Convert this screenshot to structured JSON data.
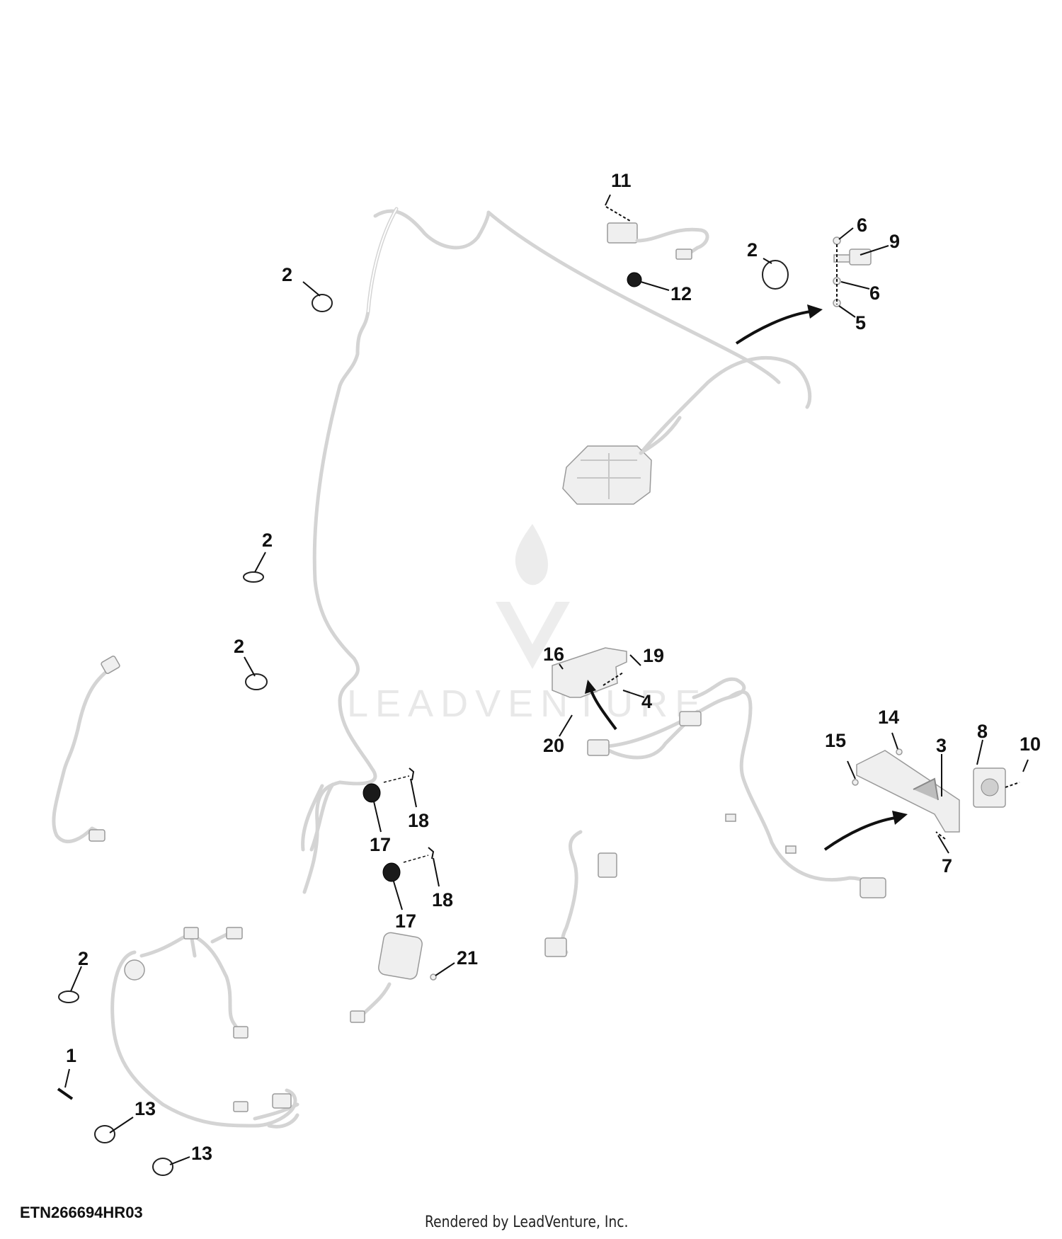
{
  "drawing_code": "ETN266694HR03",
  "footer": "Rendered by LeadVenture, Inc.",
  "watermark": "LEADVENTURE",
  "callouts": {
    "c11": "11",
    "c12": "12",
    "c2a": "2",
    "c6a": "6",
    "c9": "9",
    "c2b": "2",
    "c6b": "6",
    "c5": "5",
    "c2c": "2",
    "c2d": "2",
    "c16": "16",
    "c19": "19",
    "c4": "4",
    "c20": "20",
    "c14": "14",
    "c15": "15",
    "c3": "3",
    "c8": "8",
    "c10": "10",
    "c7": "7",
    "c18a": "18",
    "c17a": "17",
    "c18b": "18",
    "c17b": "17",
    "c21": "21",
    "c2e": "2",
    "c1": "1",
    "c13a": "13",
    "c13b": "13"
  },
  "colors": {
    "line_art": "#d4d4d4",
    "callout_text": "#111111",
    "watermark": "#e6e6e6"
  }
}
